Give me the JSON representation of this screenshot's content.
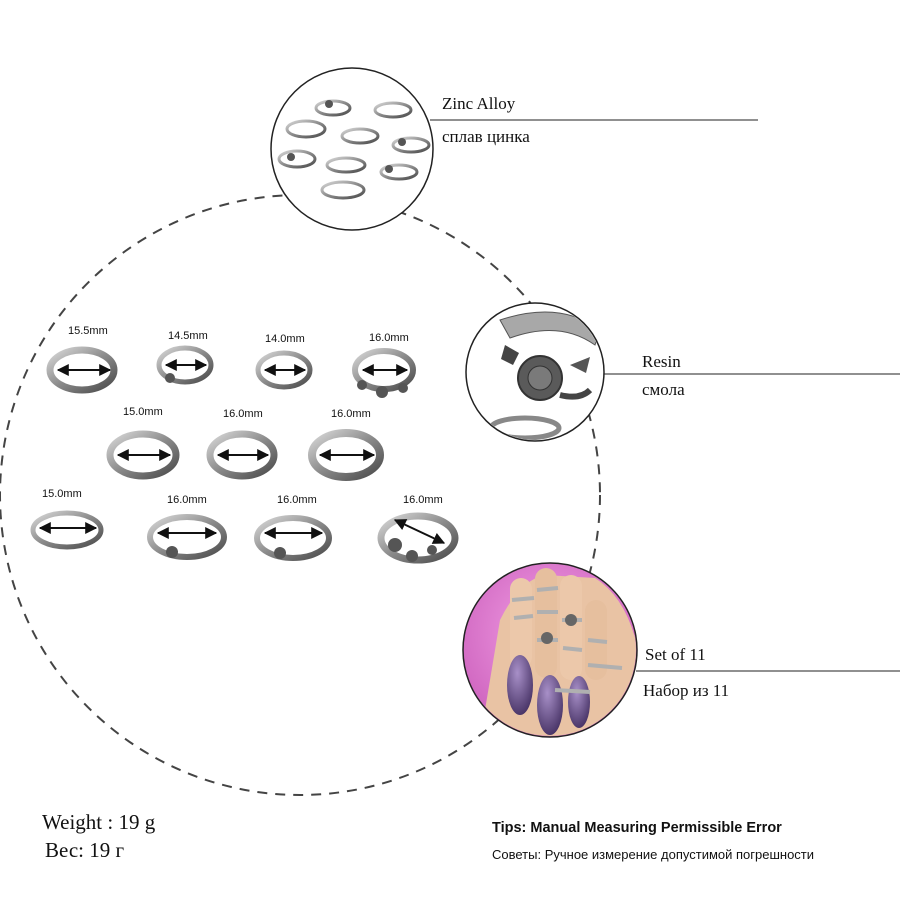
{
  "materials": [
    {
      "en": "Zinc Alloy",
      "ru": "сплав цинка"
    },
    {
      "en": "Resin",
      "ru": "смола"
    },
    {
      "en": "Set of 11",
      "ru": "Набор из 11"
    }
  ],
  "sizes": {
    "row1": [
      "15.5mm",
      "14.5mm",
      "14.0mm",
      "16.0mm"
    ],
    "row2": [
      "15.0mm",
      "16.0mm",
      "16.0mm"
    ],
    "row3": [
      "15.0mm",
      "16.0mm",
      "16.0mm",
      "16.0mm"
    ]
  },
  "weight": {
    "en": "Weight : 19 g",
    "ru": "Вес: 19 г"
  },
  "tips": {
    "en": "Tips: Manual Measuring Permissible Error",
    "ru": "Советы: Ручное измерение допустимой погрешности"
  },
  "colors": {
    "silver": "#9a9a9a",
    "dark": "#3a3a3a",
    "nail_purple": "#6a4a8a",
    "background_pink": "#e060c8",
    "skin": "#e8c0a0"
  }
}
